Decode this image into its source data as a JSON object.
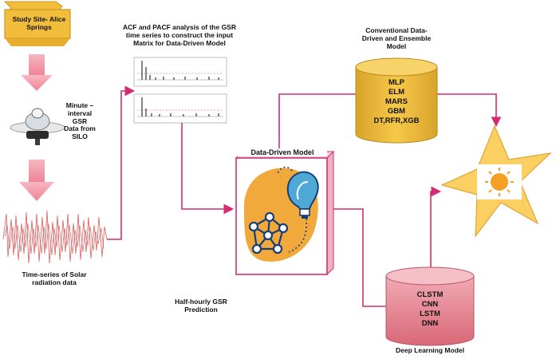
{
  "study_site": "Study Site- Alice Springs",
  "sensor_caption": {
    "line1": "Minute –",
    "line2": "interval",
    "line3": "GSR",
    "line4": "Data from",
    "line5": "SILO"
  },
  "timeseries_caption": {
    "line1": "Time-series of Solar",
    "line2": "radiation data"
  },
  "acf_caption": {
    "line1": "ACF and PACF analysis of the GSR",
    "line2": "time series to construct the input",
    "line3": "Matrix for Data-Driven Model"
  },
  "conventional_caption": {
    "line1": "Conventional Data-",
    "line2": "Driven and Ensemble",
    "line3": "Model"
  },
  "conventional_models": [
    "MLP",
    "ELM",
    "MARS",
    "GBM",
    "DT,RFR,XGB"
  ],
  "data_driven_label": "Data-Driven Model",
  "deep_models": [
    "CLSTM",
    "CNN",
    "LSTM",
    "DNN"
  ],
  "deep_caption": "Deep Learning Model",
  "prediction_caption": {
    "line1": "Half-hourly GSR",
    "line2": "Prediction"
  },
  "colors": {
    "cylinder_yellow": "#f2bd3a",
    "cylinder_pink": "#e48a95",
    "arrow_pink": "#f29aa8",
    "connector": "#d52b73",
    "model_blob": "#f2a93b",
    "sun": "#fbcf61",
    "circle_lines": "#163e79",
    "bulb": "#4fa9d6"
  }
}
